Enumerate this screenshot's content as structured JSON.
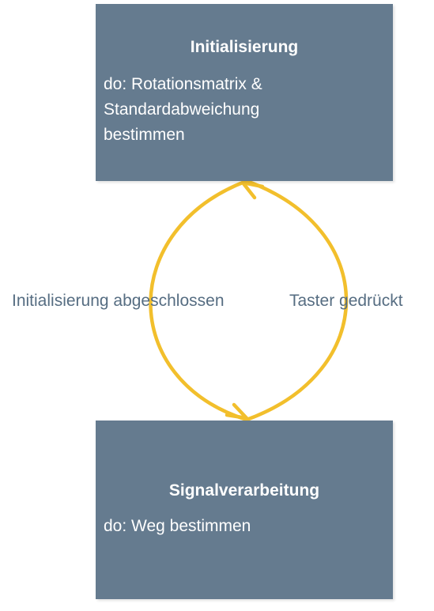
{
  "diagram": {
    "states": [
      {
        "title": "Initialisierung",
        "activity": "do: Rotationsmatrix &\nStandardabweichung\nbestimmen"
      },
      {
        "title": "Signalverarbeitung",
        "activity": "do: Weg bestimmen"
      }
    ],
    "transitions": [
      {
        "label": "Initialisierung abgeschlossen"
      },
      {
        "label": "Taster gedrückt"
      }
    ],
    "colors": {
      "state_fill": "#657b8f",
      "state_text": "#ffffff",
      "arrow": "#f2bf2c",
      "label_text": "#566d82"
    }
  }
}
